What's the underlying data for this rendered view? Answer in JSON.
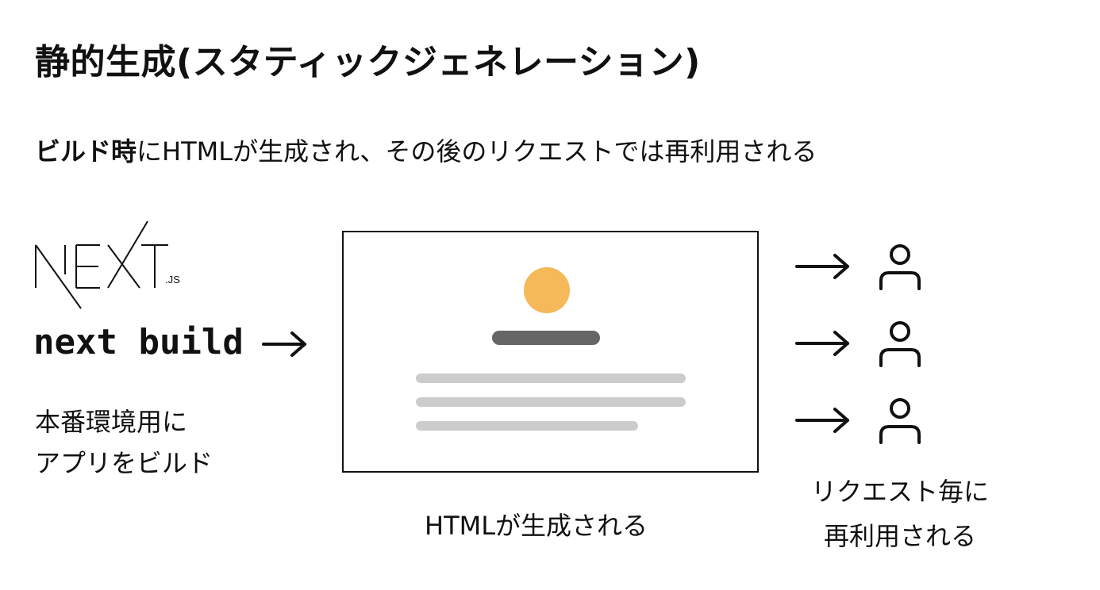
{
  "title": "静的生成(スタティックジェネレーション)",
  "subtitle": {
    "bold": "ビルド時",
    "rest": "にHTMLが生成され、その後のリクエストでは再利用される"
  },
  "logo": {
    "main": "NEXT",
    "suffix": ".JS"
  },
  "command": "next build",
  "build_description": [
    "本番環境用に",
    "アプリをビルド"
  ],
  "html_caption": "HTMLが生成される",
  "user_caption": [
    "リクエスト毎に",
    "再利用される"
  ],
  "colors": {
    "accent_circle": "#F5B95A",
    "title_bar": "#666666",
    "text_lines": "#CCCCCC"
  },
  "icons": [
    "arrow-right-icon",
    "user-icon"
  ]
}
